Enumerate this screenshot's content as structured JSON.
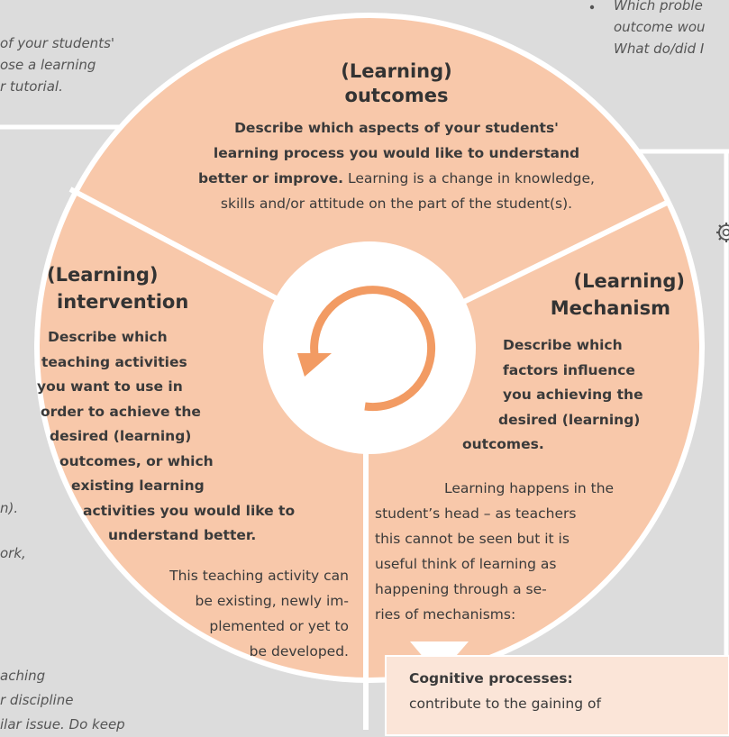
{
  "colors": {
    "background": "#dcdcdc",
    "segment_fill": "#f8c8aa",
    "divider": "#ffffff",
    "cycle_arrow": "#f29b63",
    "callout_box": "#fbe5d8"
  },
  "icons": {
    "top_right_bullet": "bullet-dot",
    "right_edge": "gear-icon",
    "cycle": "circular-arrow-icon",
    "pointer": "down-triangle-icon"
  },
  "side_notes": {
    "top_left": [
      "of your students'",
      "ose a learning",
      "r tutorial."
    ],
    "top_right": [
      "Which proble",
      "outcome wou",
      "What do/did I"
    ],
    "left_middle": [
      "n).",
      "",
      "ork,"
    ],
    "bottom_left": [
      "aching",
      "r discipline",
      "ilar issue. Do keep"
    ]
  },
  "outcomes": {
    "title": [
      "(Learning)",
      "outcomes"
    ],
    "desc_lines": [
      {
        "bold": "Describe which aspects of your students'",
        "normal": ""
      },
      {
        "bold": "learning process you would like to understand",
        "normal": ""
      },
      {
        "bold": "better or improve.",
        "normal": " Learning is a change in knowledge,"
      },
      {
        "bold": "",
        "normal": "skills and/or attitude on the part of the student(s)."
      }
    ]
  },
  "intervention": {
    "title": [
      "(Learning)",
      "intervention"
    ],
    "bold_lines": [
      "Describe which",
      "teaching activities",
      "you want to use in",
      "order to achieve the",
      "desired (learning)",
      "outcomes, or which",
      "existing learning",
      "activities you would like to",
      "understand better."
    ],
    "normal_lines": [
      "This teaching activity can",
      "be existing, newly im-",
      "plemented or yet to",
      "be developed."
    ]
  },
  "mechanism": {
    "title": [
      "(Learning)",
      "Mechanism"
    ],
    "bold_lines": [
      "Describe which",
      "factors influence",
      "you achieving the",
      "desired (learning)",
      "outcomes."
    ],
    "normal_lines": [
      "Learning happens in the",
      "student’s head – as teachers",
      "this cannot be seen but it is",
      "useful think of learning as",
      "happening through a se-",
      "ries of mechanisms:"
    ]
  },
  "cognitive": {
    "title": "Cognitive processes:",
    "text": "contribute to the gaining of"
  }
}
